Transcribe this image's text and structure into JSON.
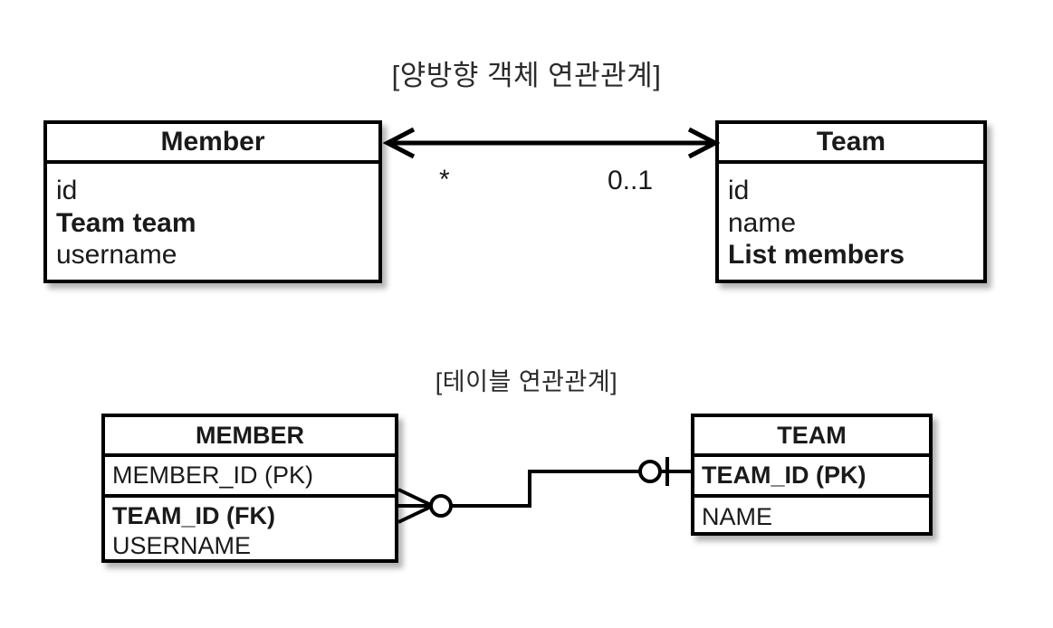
{
  "page": {
    "background": "#ffffff",
    "stroke_color": "#000000",
    "text_color": "#1a1a1a"
  },
  "sections": {
    "object_caption": "[양방향 객체 연관관계]",
    "table_caption": "[테이블 연관관계]"
  },
  "object_model": {
    "member_class": {
      "name": "Member",
      "attributes": [
        {
          "text": "id",
          "bold": false
        },
        {
          "text": "Team team",
          "bold": true
        },
        {
          "text": "username",
          "bold": false
        }
      ]
    },
    "team_class": {
      "name": "Team",
      "attributes": [
        {
          "text": "id",
          "bold": false
        },
        {
          "text": "name",
          "bold": false
        },
        {
          "text": "List members",
          "bold": true
        }
      ]
    },
    "association": {
      "type": "bidirectional-association",
      "arrow_left": "open-arrowhead",
      "arrow_right": "open-arrowhead",
      "multiplicity_member_side": "*",
      "multiplicity_team_side": "0..1"
    }
  },
  "table_model": {
    "member_table": {
      "name": "MEMBER",
      "primary_key": {
        "text": "MEMBER_ID (PK)",
        "bold": false
      },
      "columns": [
        {
          "text": "TEAM_ID (FK)",
          "bold": true
        },
        {
          "text": "USERNAME",
          "bold": false
        }
      ]
    },
    "team_table": {
      "name": "TEAM",
      "primary_key": {
        "text": "TEAM_ID (PK)",
        "bold": true
      },
      "columns": [
        {
          "text": "NAME",
          "bold": false
        }
      ]
    },
    "relationship": {
      "type": "crows-foot",
      "member_side_cardinality": "zero-or-many",
      "team_side_cardinality": "zero-or-one"
    }
  }
}
